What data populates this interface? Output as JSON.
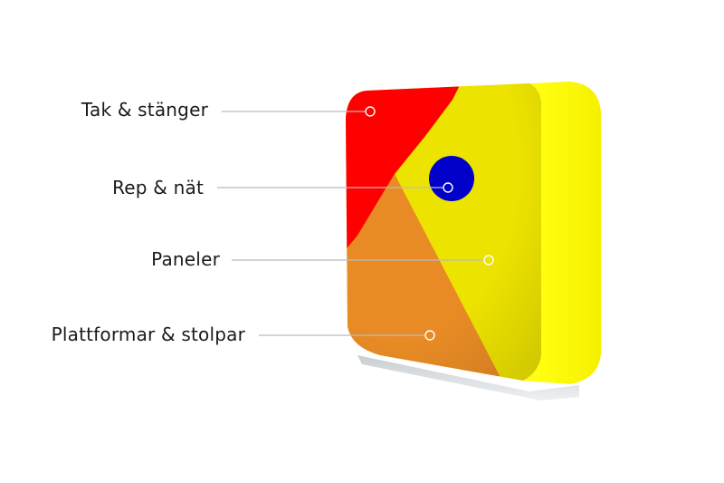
{
  "labels": {
    "roofs_and_bars": "Tak & stänger",
    "ropes_and_nets": "Rep & nät",
    "panels": "Paneler",
    "platforms_and_posts": "Plattformar & stolpar"
  },
  "colors": {
    "background": "#ffffff",
    "roofs_and_bars": "#ff0000",
    "ropes_and_nets": "#0000c8",
    "panels": "#ede300",
    "platforms_and_posts": "#e88b25",
    "side_face": "#ffff00",
    "leader_line": "#bbbbbb"
  }
}
